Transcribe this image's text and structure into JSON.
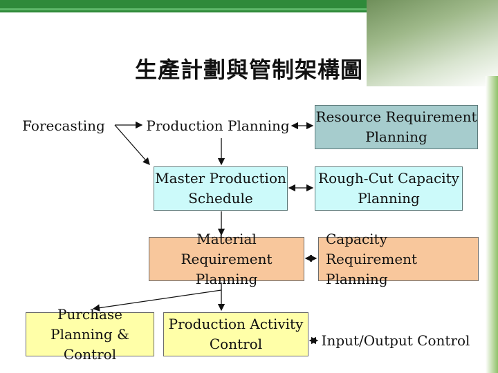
{
  "title": "生產計劃與管制架構圖",
  "nodes": {
    "forecasting": "Forecasting",
    "production_planning": "Production Planning",
    "resource_requirement_planning": "Resource Requirement Planning",
    "master_production_schedule": "Master Production Schedule",
    "rough_cut_capacity_planning": "Rough-Cut Capacity Planning",
    "material_requirement_planning": "Material Requirement Planning",
    "capacity_requirement_planning": "Capacity Requirement Planning",
    "purchase_planning_control": "Purchase Planning & Control",
    "production_activity_control": "Production Activity Control",
    "input_output_control": "Input/Output Control"
  },
  "colors": {
    "cyan": "#ccfafa",
    "teal": "#a6cccd",
    "peach": "#f8c79c",
    "yellow": "#ffffa8",
    "header_green": "#2f8a3a"
  }
}
